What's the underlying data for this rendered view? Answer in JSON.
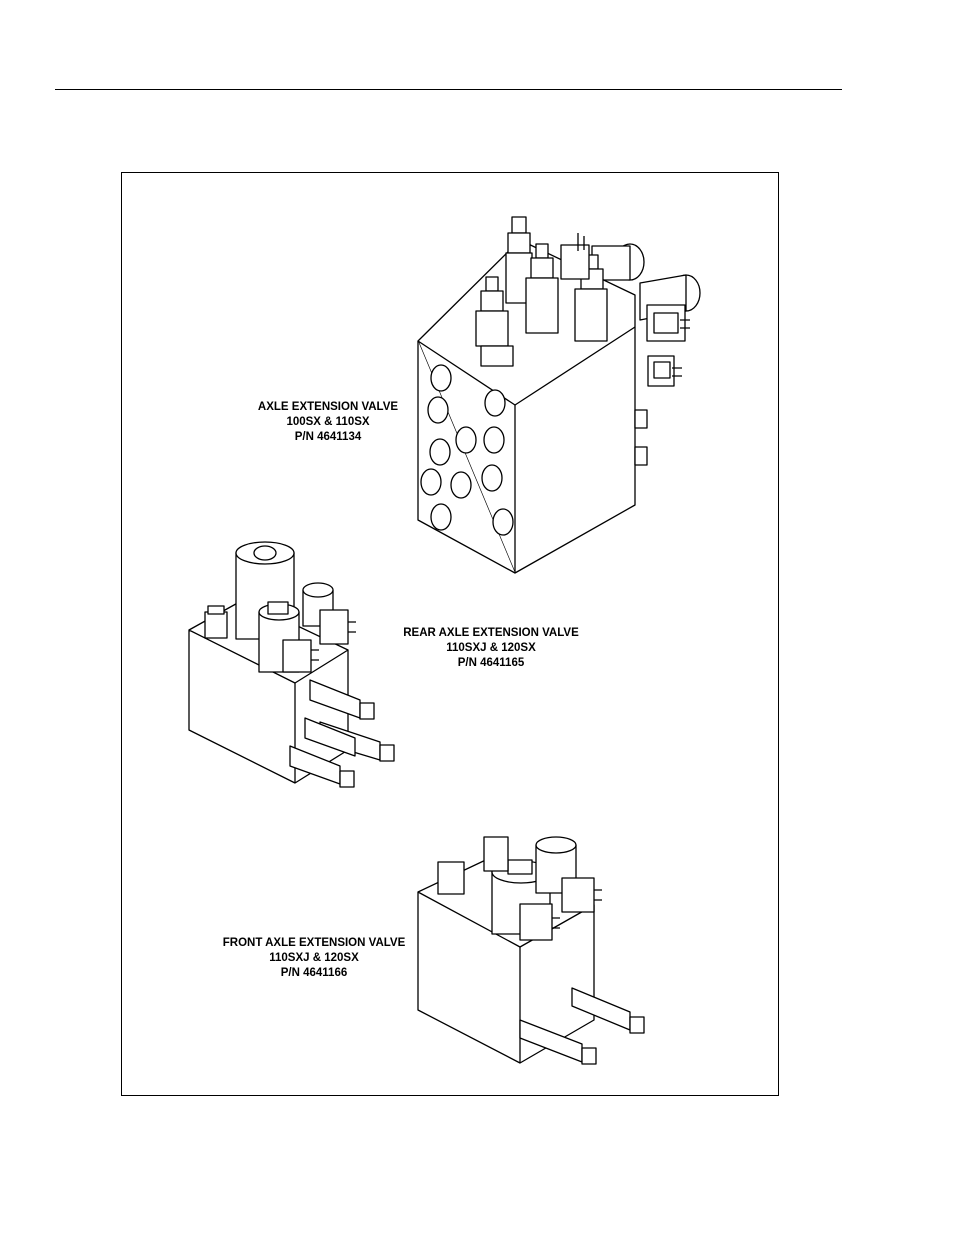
{
  "valves": [
    {
      "name_line": "AXLE EXTENSION VALVE",
      "models_line": "100SX & 110SX",
      "pn_line": "P/N 4641134"
    },
    {
      "name_line": "REAR AXLE EXTENSION VALVE",
      "models_line": "110SXJ & 120SX",
      "pn_line": "P/N 4641165"
    },
    {
      "name_line": "FRONT AXLE EXTENSION VALVE",
      "models_line": "110SXJ & 120SX",
      "pn_line": "P/N 4641166"
    }
  ]
}
